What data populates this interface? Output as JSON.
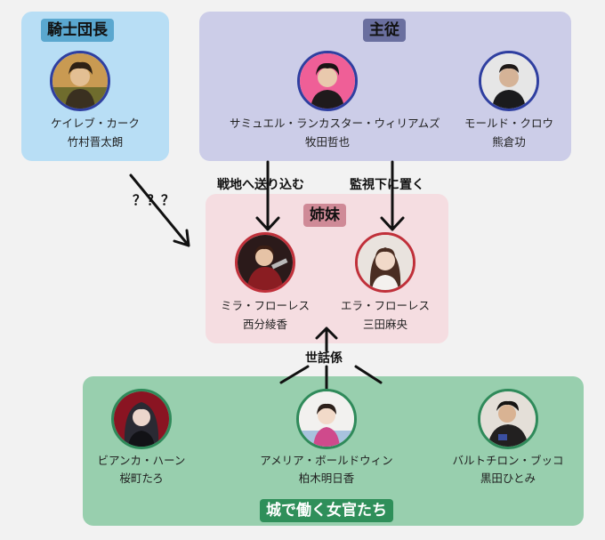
{
  "groups": {
    "knight": "騎士団長",
    "retainers": "主従",
    "sisters": "姉妹",
    "maids": "城で働く女官たち"
  },
  "people": {
    "caleb": {
      "role": "ケイレブ・カーク",
      "actor": "竹村晋太朗"
    },
    "samuel": {
      "role": "サミュエル・ランカスター・ウィリアムズ",
      "actor": "牧田哲也"
    },
    "mord": {
      "role": "モールド・クロウ",
      "actor": "熊倉功"
    },
    "mira": {
      "role": "ミラ・フローレス",
      "actor": "西分綾香"
    },
    "ella": {
      "role": "エラ・フローレス",
      "actor": "三田麻央"
    },
    "bianca": {
      "role": "ビアンカ・ハーン",
      "actor": "桜町たろ"
    },
    "amelia": {
      "role": "アメリア・ボールドウィン",
      "actor": "柏木明日香"
    },
    "bartho": {
      "role": "バルトチロン・ブッコ",
      "actor": "黒田ひとみ"
    }
  },
  "relations": {
    "send": "戦地へ送り込む",
    "watch": "監視下に置く",
    "unknown": "？？？",
    "care": "世話係"
  }
}
